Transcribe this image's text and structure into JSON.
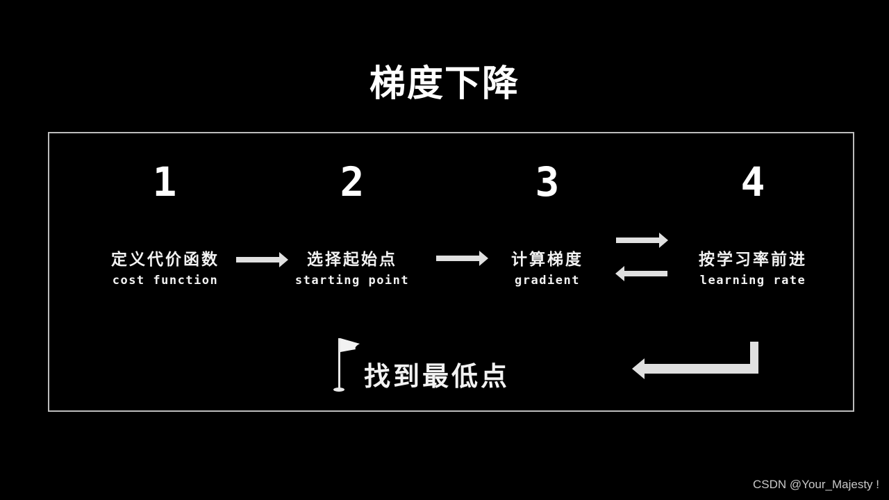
{
  "title": "梯度下降",
  "steps": [
    {
      "number": "1",
      "cn": "定义代价函数",
      "en": "cost function"
    },
    {
      "number": "2",
      "cn": "选择起始点",
      "en": "starting point"
    },
    {
      "number": "3",
      "cn": "计算梯度",
      "en": "gradient"
    },
    {
      "number": "4",
      "cn": "按学习率前进",
      "en": "learning rate"
    }
  ],
  "goal": {
    "label": "找到最低点",
    "icon": "golf-flag-icon"
  },
  "arrows": [
    "right-arrow",
    "right-arrow",
    "right-arrow",
    "left-arrow",
    "return-arrow"
  ],
  "colors": {
    "background": "#000000",
    "text": "#ffffff",
    "arrow": "#e0e0e0",
    "frame": "#bdbdbd"
  },
  "watermark": "CSDN @Your_Majesty !"
}
